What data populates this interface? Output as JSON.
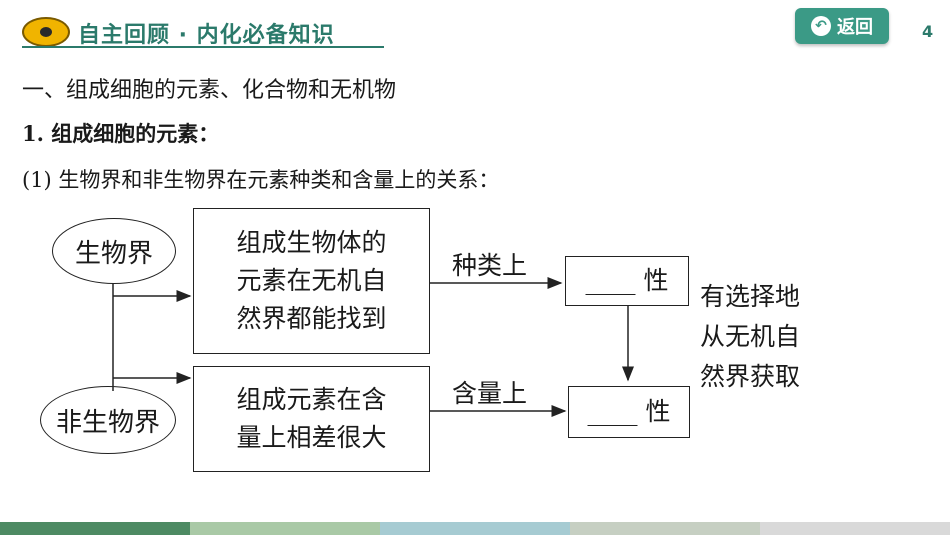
{
  "header": {
    "title": "自主回顾 · 内化必备知识",
    "return_label": "返回",
    "page_number": "4"
  },
  "content": {
    "section_heading": "一、组成细胞的元素、化合物和无机物",
    "subheading": "1. 组成细胞的元素：",
    "point": "(1) 生物界和非生物界在元素种类和含量上的关系："
  },
  "diagram": {
    "living_world": "生物界",
    "nonliving_world": "非生物界",
    "box_top": "组成生物体的\n元素在无机自\n然界都能找到",
    "box_bottom": "组成元素在含\n量上相差很大",
    "label_type": "种类上",
    "label_content": "含量上",
    "result_top": "____ 性",
    "result_bottom": "____ 性",
    "note": "有选择地\n从无机自\n然界获取"
  },
  "colors": {
    "accent": "#2b7a6b",
    "button": "#3b9a86",
    "footer": [
      "#4d8a63",
      "#a9c9a6",
      "#a6cbd2",
      "#c6cfc2",
      "#d9d9d9"
    ]
  }
}
